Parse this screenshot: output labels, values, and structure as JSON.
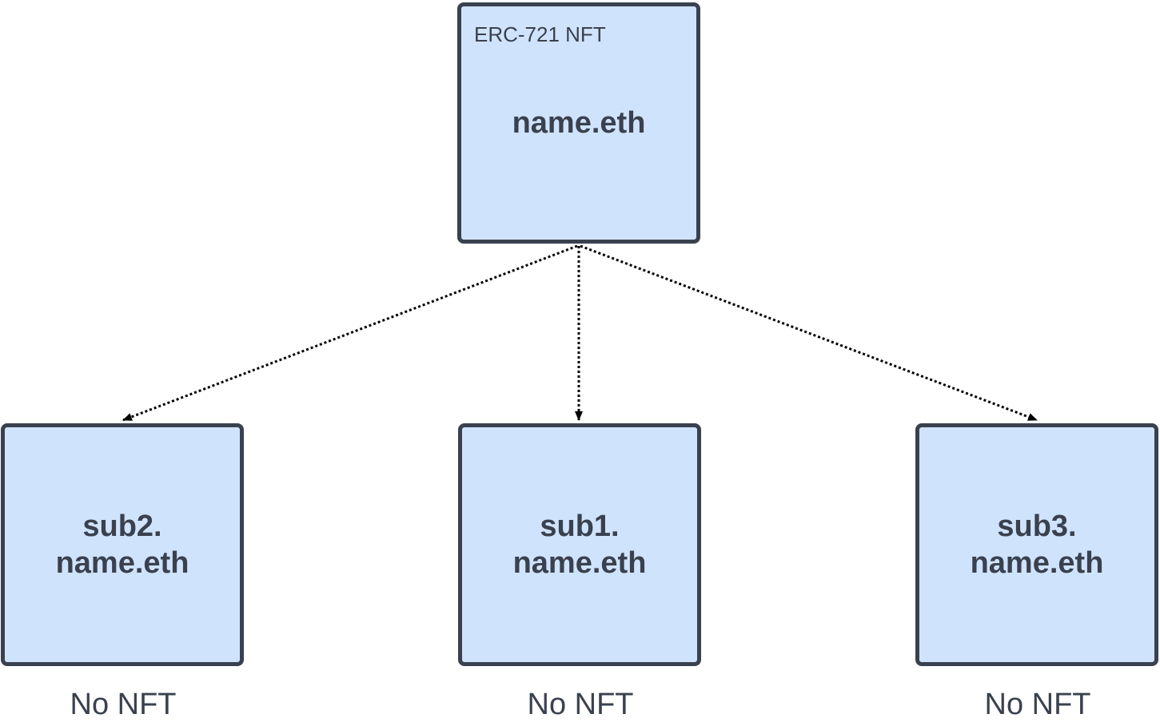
{
  "root": {
    "tag": "ERC-721 NFT",
    "title": "name.eth"
  },
  "subdomains": [
    {
      "title": "sub2.\nname.eth",
      "caption": "No NFT"
    },
    {
      "title": "sub1.\nname.eth",
      "caption": "No NFT"
    },
    {
      "title": "sub3.\nname.eth",
      "caption": "No NFT"
    }
  ],
  "colors": {
    "node_fill": "#d0e3fd",
    "node_border": "#3a414e",
    "text": "#3a414e",
    "edge": "#000000"
  },
  "edges": [
    {
      "from": "name.eth",
      "to": "sub2.name.eth",
      "style": "dotted",
      "arrow": "filled-triangle"
    },
    {
      "from": "name.eth",
      "to": "sub1.name.eth",
      "style": "dotted",
      "arrow": "filled-triangle"
    },
    {
      "from": "name.eth",
      "to": "sub3.name.eth",
      "style": "dotted",
      "arrow": "filled-triangle"
    }
  ]
}
